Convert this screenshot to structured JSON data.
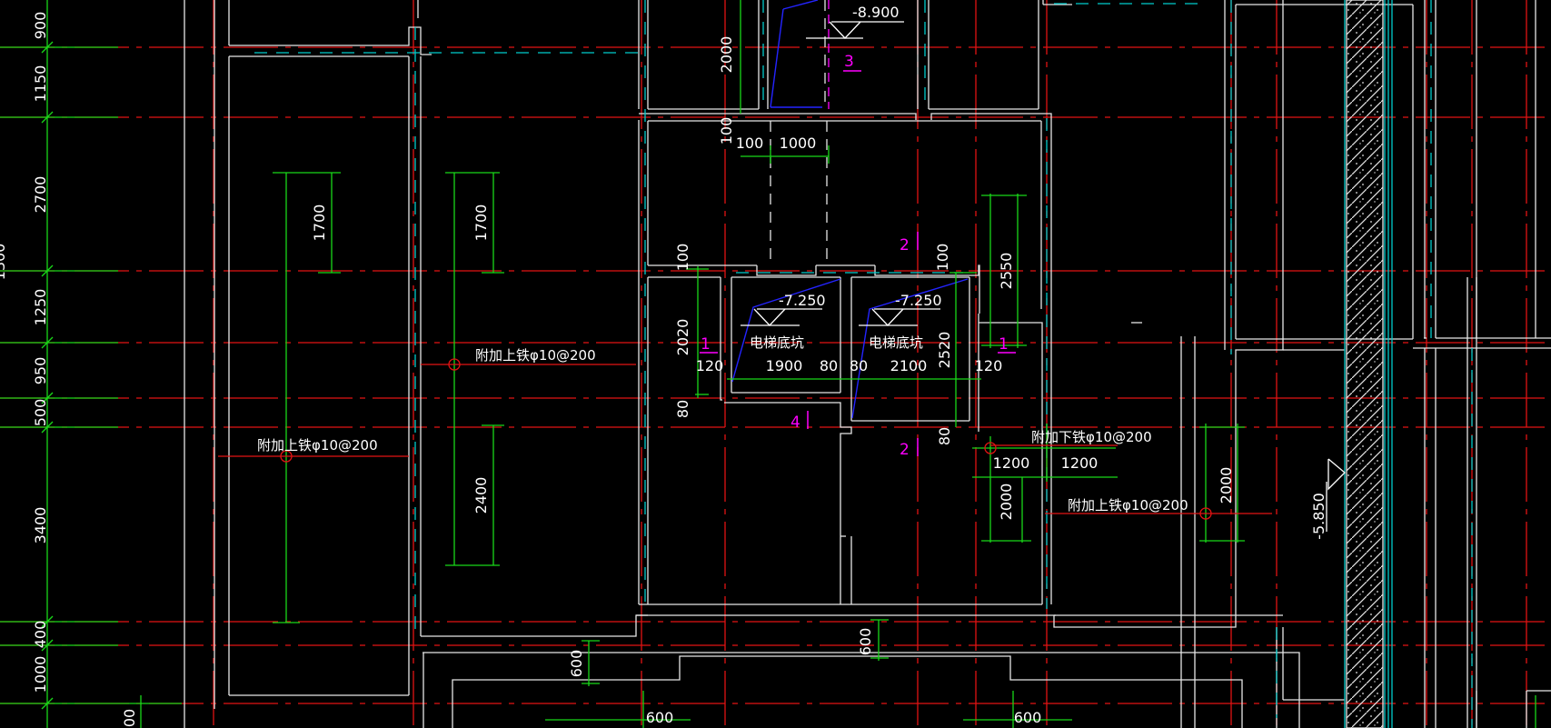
{
  "colors": {
    "background": "#000000",
    "axis_red": "#e21313",
    "wall_white": "#e6e6e6",
    "dimension_green": "#18d818",
    "cyan_dashed": "#00cccc",
    "blue_slope": "#2424ff",
    "magenta_mark": "#ff00ff",
    "text_white": "#ffffff"
  },
  "left_dimensions": [
    {
      "id": "ld1",
      "text": "900"
    },
    {
      "id": "ld2",
      "text": "1150"
    },
    {
      "id": "ld3",
      "text": "2700"
    },
    {
      "id": "ld4",
      "text": "1250"
    },
    {
      "id": "ld5",
      "text": "950"
    },
    {
      "id": "ld6",
      "text": "500"
    },
    {
      "id": "ld7",
      "text": "3400"
    },
    {
      "id": "ld8",
      "text": "400"
    },
    {
      "id": "ld9",
      "text": "1000"
    },
    {
      "id": "ld10",
      "text": "1300"
    },
    {
      "id": "ld11",
      "text": "00"
    }
  ],
  "dimensions": [
    {
      "id": "d_2000_top",
      "text": "2000"
    },
    {
      "id": "d_1700_a",
      "text": "1700"
    },
    {
      "id": "d_1700_b",
      "text": "1700"
    },
    {
      "id": "d_2400",
      "text": "2400"
    },
    {
      "id": "d_100_a",
      "text": "100"
    },
    {
      "id": "d_100_b",
      "text": "100"
    },
    {
      "id": "d_1000",
      "text": "1000"
    },
    {
      "id": "d_100_c",
      "text": "100"
    },
    {
      "id": "d_100_d",
      "text": "100"
    },
    {
      "id": "d_2550",
      "text": "2550"
    },
    {
      "id": "d_2020",
      "text": "2020"
    },
    {
      "id": "d_120_a",
      "text": "120"
    },
    {
      "id": "d_1900",
      "text": "1900"
    },
    {
      "id": "d_80_a",
      "text": "80"
    },
    {
      "id": "d_80_b",
      "text": "80"
    },
    {
      "id": "d_2100",
      "text": "2100"
    },
    {
      "id": "d_2520",
      "text": "2520"
    },
    {
      "id": "d_120_b",
      "text": "120"
    },
    {
      "id": "d_80_c",
      "text": "80"
    },
    {
      "id": "d_80_d",
      "text": "80"
    },
    {
      "id": "d_1200_a",
      "text": "1200"
    },
    {
      "id": "d_1200_b",
      "text": "1200"
    },
    {
      "id": "d_2000_mid",
      "text": "2000"
    },
    {
      "id": "d_2000_right",
      "text": "2000"
    },
    {
      "id": "d_600_a",
      "text": "600"
    },
    {
      "id": "d_600_b",
      "text": "600"
    },
    {
      "id": "d_600_c",
      "text": "600"
    },
    {
      "id": "d_600_d",
      "text": "600"
    }
  ],
  "annotations": [
    {
      "id": "a1",
      "text": "附加上铁φ10@200"
    },
    {
      "id": "a2",
      "text": "附加上铁φ10@200"
    },
    {
      "id": "a3",
      "text": "附加下铁φ10@200"
    },
    {
      "id": "a4",
      "text": "附加上铁φ10@200"
    }
  ],
  "pits": [
    {
      "id": "pit1",
      "text": "电梯底坑"
    },
    {
      "id": "pit2",
      "text": "电梯底坑"
    }
  ],
  "elevations": [
    {
      "id": "e1",
      "text": "-8.900"
    },
    {
      "id": "e2",
      "text": "-7.250"
    },
    {
      "id": "e3",
      "text": "-7.250"
    },
    {
      "id": "e4",
      "text": "-5.850"
    }
  ],
  "section_marks": [
    {
      "id": "m1",
      "text": "3"
    },
    {
      "id": "m2",
      "text": "2"
    },
    {
      "id": "m3",
      "text": "1"
    },
    {
      "id": "m4",
      "text": "1"
    },
    {
      "id": "m5",
      "text": "4"
    },
    {
      "id": "m6",
      "text": "2"
    }
  ]
}
